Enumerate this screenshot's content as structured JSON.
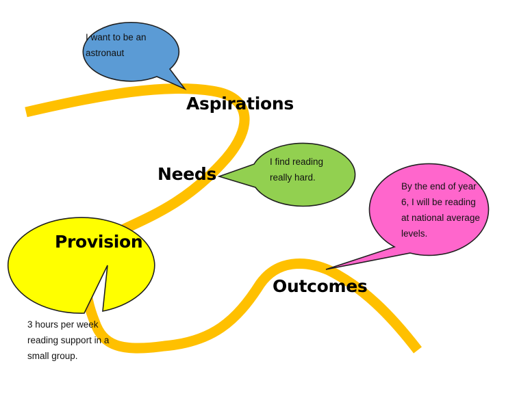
{
  "stages": {
    "aspirations": "Aspirations",
    "needs": "Needs",
    "provision": "Provision",
    "outcomes": "Outcomes"
  },
  "bubbles": {
    "aspirations": {
      "lines": [
        "I want to be an",
        "astronaut"
      ],
      "color": "#5b9bd5"
    },
    "needs": {
      "lines": [
        "I find reading",
        "really hard."
      ],
      "color": "#92d050"
    },
    "outcomes": {
      "lines": [
        "By the end of year",
        "6, I will be reading",
        "at national average",
        "levels."
      ],
      "color": "#ff66cc"
    },
    "provision": {
      "lines": [
        "3 hours per week",
        "reading support in a",
        "small group."
      ],
      "color": "#ffff00"
    }
  },
  "colors": {
    "path": "#ffc000",
    "outline": "#1f1f1f"
  }
}
